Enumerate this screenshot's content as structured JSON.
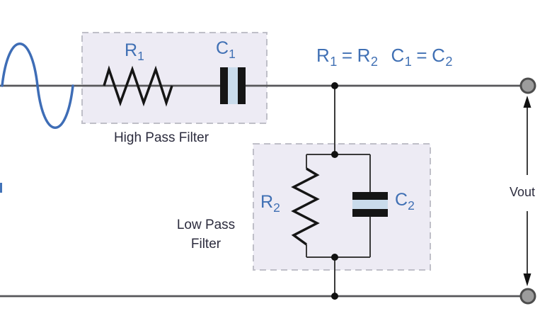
{
  "colors": {
    "signal_blue": "#3e6db6",
    "label_blue": "#4070b4",
    "text_dark": "#2c2c3e",
    "wire_gray": "#57575a",
    "inner_wire_gray": "#3a3a3a",
    "component_black": "#151515",
    "filter_box_fill": "#edebf4",
    "filter_box_border": "#bfbfc8",
    "capacitor_dielectric": "#c9dbeb",
    "terminal_fill": "#9c9c9c",
    "terminal_stroke": "#4d4d4d"
  },
  "symbols": {
    "source": "sine-wave-icon",
    "resistor": "zigzag-resistor-icon",
    "capacitor": "parallel-plate-capacitor-icon",
    "terminal": "circle-node-icon",
    "junction": "solder-dot-icon",
    "output_arrows": "double-headed-vertical-arrow-icon"
  },
  "components": {
    "r1": {
      "base": "R",
      "sub": "1"
    },
    "c1": {
      "base": "C",
      "sub": "1"
    },
    "r2": {
      "base": "R",
      "sub": "2"
    },
    "c2": {
      "base": "C",
      "sub": "2"
    }
  },
  "equation": {
    "r1": {
      "base": "R",
      "sub": "1"
    },
    "op1": "=",
    "r2": {
      "base": "R",
      "sub": "2"
    },
    "c1": {
      "base": "C",
      "sub": "1"
    },
    "op2": "=",
    "c2": {
      "base": "C",
      "sub": "2"
    }
  },
  "sections": {
    "high_pass_label": "High Pass Filter",
    "low_pass_label_line1": "Low Pass",
    "low_pass_label_line2": "Filter"
  },
  "output": {
    "label": "Vout"
  }
}
